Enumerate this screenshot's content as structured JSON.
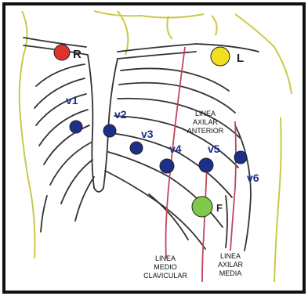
{
  "electrodes": [
    {
      "id": "R",
      "label": "R",
      "color": "#e03030"
    },
    {
      "id": "L",
      "label": "L",
      "color": "#f2e020"
    },
    {
      "id": "V1",
      "label": "v1",
      "color": "#1c2f8a"
    },
    {
      "id": "V2",
      "label": "v2",
      "color": "#1c2f8a"
    },
    {
      "id": "V3",
      "label": "v3",
      "color": "#1c2f8a"
    },
    {
      "id": "V4",
      "label": "v4",
      "color": "#1c2f8a"
    },
    {
      "id": "V5",
      "label": "v5",
      "color": "#1c2f8a"
    },
    {
      "id": "V6",
      "label": "v6",
      "color": "#1c2f8a"
    },
    {
      "id": "F",
      "label": "F",
      "color": "#7ec84a"
    }
  ],
  "reference_lines": {
    "anterior_axillary": [
      "LINEA",
      "AXILAR",
      "ANTERIOR"
    ],
    "mid_clavicular": [
      "LINEA",
      "MEDIO",
      "CLAVICULAR"
    ],
    "mid_axillary": [
      "LINEA",
      "AXILAR",
      "MEDIA"
    ]
  },
  "colors": {
    "frame": "#111111",
    "skin_outline": "#c9c94a",
    "ribs": "#333333",
    "guide_lines": "#c2465a",
    "label_text": "#1c2f8a",
    "caption_text": "#111111"
  }
}
